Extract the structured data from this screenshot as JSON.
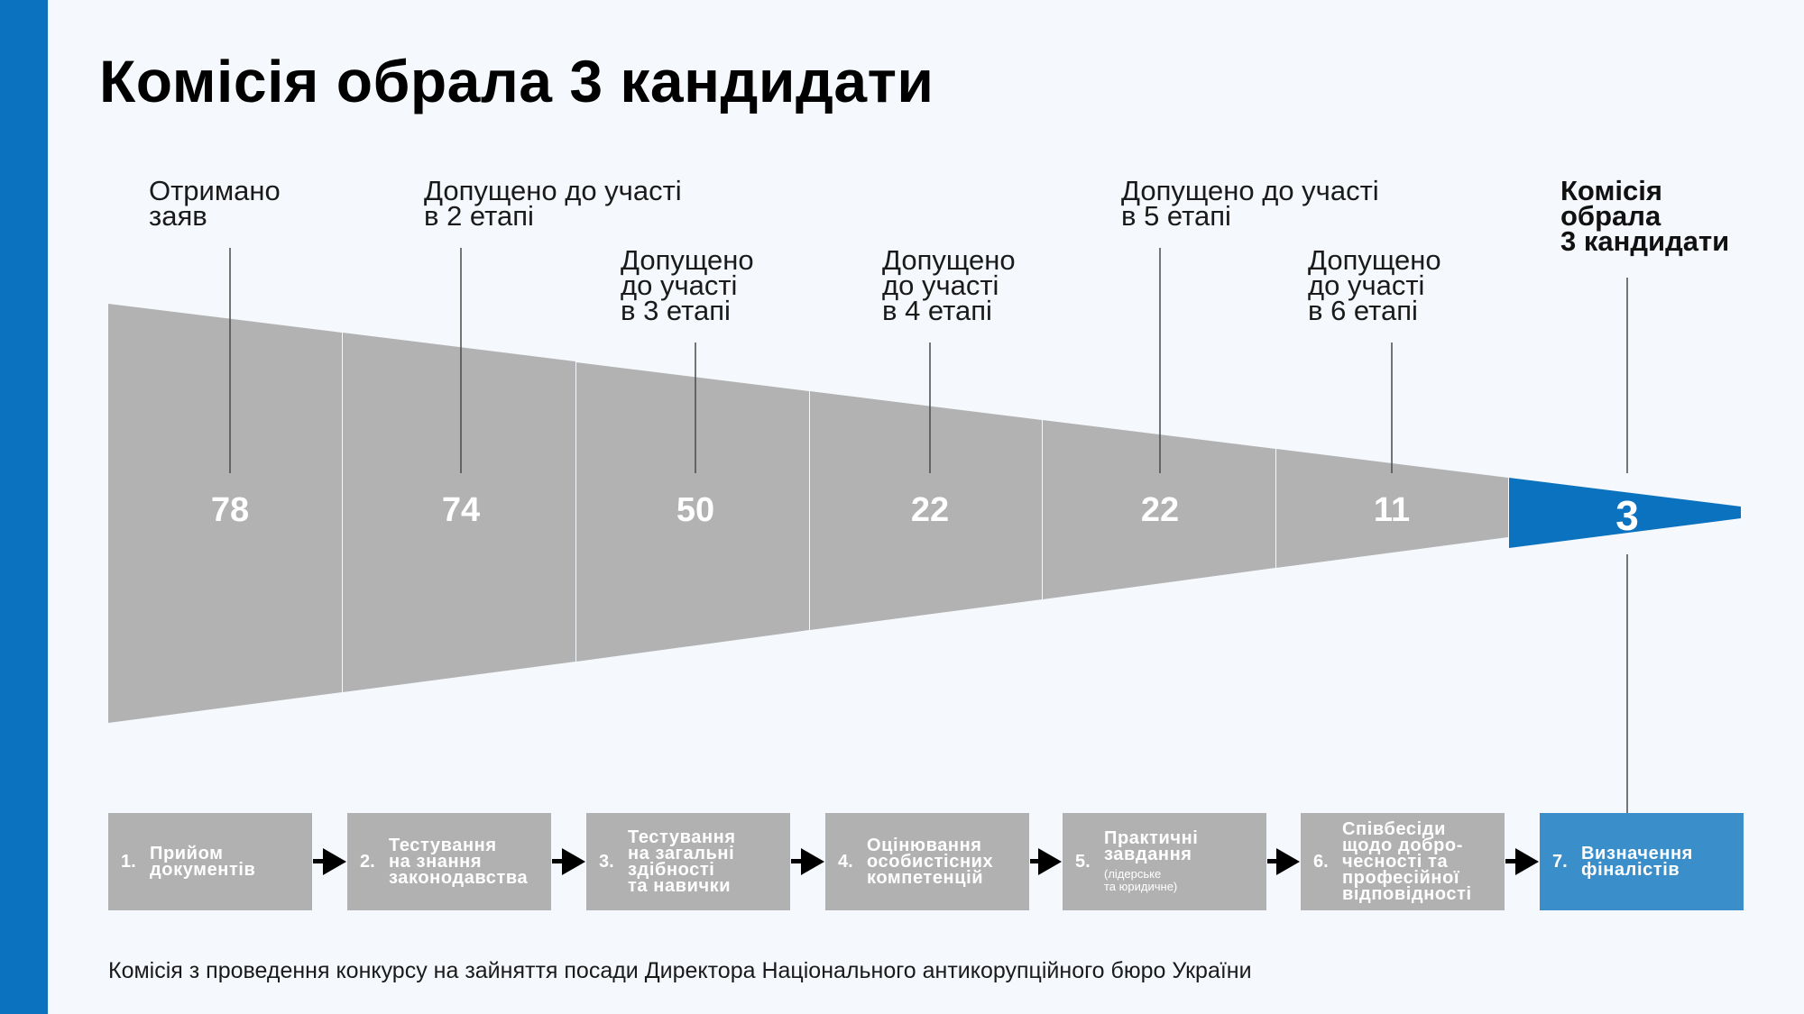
{
  "title": "Комісія обрала 3 кандидати",
  "colors": {
    "accent_bar": "#0b72c0",
    "funnel_gray": "#b2b2b2",
    "funnel_highlight": "#0b72c0",
    "step_gray": "#b1b1b1",
    "step_highlight": "#3a8fcb",
    "background": "#f5f8fc"
  },
  "stage_labels": [
    "Отримано\nзаяв",
    "Допущено до участі\nв 2 етапі",
    "Допущено\nдо участі\nв 3 етапі",
    "Допущено\nдо участі\nв 4 етапі",
    "Допущено до участі\nв 5 етапі",
    "Допущено\nдо участі\nв 6 етапі",
    "Комісія\nобрала\n3 кандидати"
  ],
  "funnel_values": [
    "78",
    "74",
    "50",
    "22",
    "22",
    "11",
    "3"
  ],
  "steps": [
    {
      "num": "1.",
      "text": "Прийом\nдокументів",
      "sub": ""
    },
    {
      "num": "2.",
      "text": "Тестування\nна знання\nзаконодавства",
      "sub": ""
    },
    {
      "num": "3.",
      "text": "Тестування\nна загальні\nздібності\nта навички",
      "sub": ""
    },
    {
      "num": "4.",
      "text": "Оцінювання\nособистісних\nкомпетенцій",
      "sub": ""
    },
    {
      "num": "5.",
      "text": "Практичні\nзавдання",
      "sub": "(лідерське\nта юридичне)"
    },
    {
      "num": "6.",
      "text": "Співбесіди\nщодо добро-\nчесності та\nпрофесійної\nвідповідності",
      "sub": ""
    },
    {
      "num": "7.",
      "text": "Визначення\nфіналістів",
      "sub": ""
    }
  ],
  "footer": "Комісія з проведення конкурсу на зайняття посади Директора Національного антикорупційного бюро України",
  "chart_data": {
    "type": "funnel",
    "title": "Комісія обрала 3 кандидати",
    "categories": [
      "Отримано заяв",
      "Допущено до участі в 2 етапі",
      "Допущено до участі в 3 етапі",
      "Допущено до участі в 4 етапі",
      "Допущено до участі в 5 етапі",
      "Допущено до участі в 6 етапі",
      "Комісія обрала 3 кандидати"
    ],
    "values": [
      78,
      74,
      50,
      22,
      22,
      11,
      3
    ],
    "stages": [
      "1. Прийом документів",
      "2. Тестування на знання законодавства",
      "3. Тестування на загальні здібності та навички",
      "4. Оцінювання особистісних компетенцій",
      "5. Практичні завдання (лідерське та юридичне)",
      "6. Співбесіди щодо доброчесності та професійної відповідності",
      "7. Визначення фіналістів"
    ],
    "highlighted": "Комісія обрала 3 кандидати"
  }
}
